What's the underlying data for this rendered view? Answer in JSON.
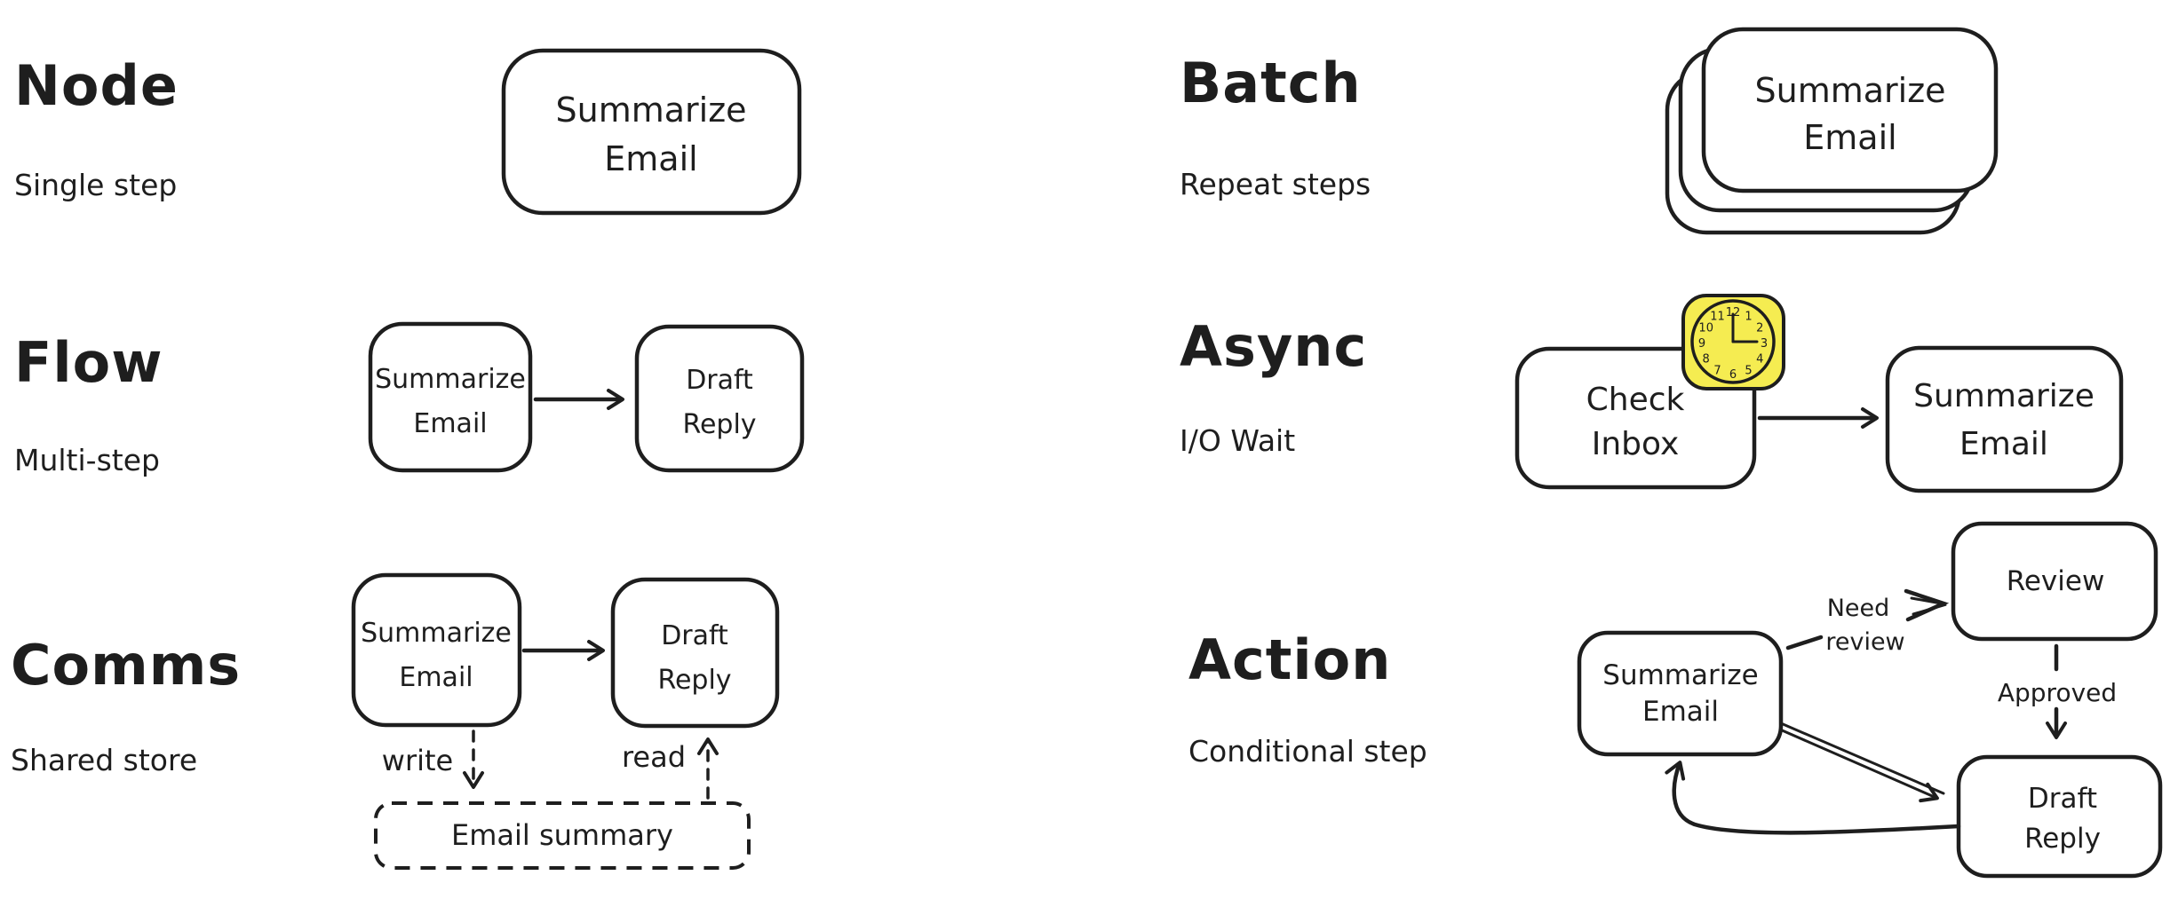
{
  "diagram": {
    "background": "#ffffff",
    "ink_color": "#1e1e1e",
    "note_yellow": "#f5ec51"
  },
  "node": {
    "title": "Node",
    "subtitle": "Single step",
    "card": {
      "line1": "Summarize",
      "line2": "Email"
    }
  },
  "flow": {
    "title": "Flow",
    "subtitle": "Multi-step",
    "card1": {
      "line1": "Summarize",
      "line2": "Email"
    },
    "card2": {
      "line1": "Draft",
      "line2": "Reply"
    }
  },
  "comms": {
    "title": "Comms",
    "subtitle": "Shared store",
    "card1": {
      "line1": "Summarize",
      "line2": "Email"
    },
    "card2": {
      "line1": "Draft",
      "line2": "Reply"
    },
    "write_label": "write",
    "read_label": "read",
    "store": {
      "label": "Email summary"
    }
  },
  "batch": {
    "title": "Batch",
    "subtitle": "Repeat steps",
    "card": {
      "line1": "Summarize",
      "line2": "Email"
    }
  },
  "async": {
    "title": "Async",
    "subtitle": "I/O Wait",
    "card1": {
      "line1": "Check",
      "line2": "Inbox"
    },
    "card2": {
      "line1": "Summarize",
      "line2": "Email"
    },
    "clock": {
      "time_shown": "3:00",
      "numerals": [
        "1",
        "2",
        "3",
        "4",
        "5",
        "6",
        "7",
        "8",
        "9",
        "10",
        "11",
        "12"
      ]
    }
  },
  "action": {
    "title": "Action",
    "subtitle": "Conditional step",
    "card1": {
      "line1": "Summarize",
      "line2": "Email"
    },
    "review_card": {
      "label": "Review"
    },
    "draft_card": {
      "line1": "Draft",
      "line2": "Reply"
    },
    "need_review_label": {
      "line1": "Need",
      "line2": "review"
    },
    "approved_label": "Approved"
  }
}
